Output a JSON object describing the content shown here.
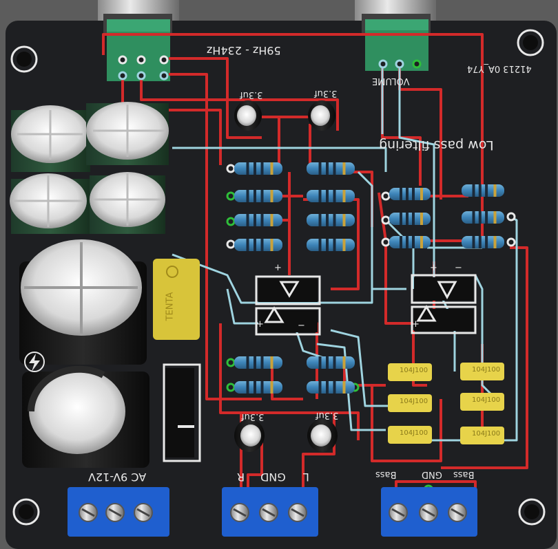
{
  "labels": {
    "freq_range": "59Hz - 234Hz",
    "board_code": "41213 0A_Y74",
    "volume": "VOLUME",
    "low_pass": "Low pass filtering",
    "cap_top_left": "3.3uf",
    "cap_top_right": "3.3uf",
    "cap_bottom_left": "3.3uf",
    "cap_bottom_right": "3.3uf",
    "ac_input": "AC 9V-12V",
    "in_r": "R",
    "in_gnd": "GND",
    "in_l": "L",
    "out_bass_left": "Bass",
    "out_gnd": "GND",
    "out_bass_right": "Bass",
    "filter_cap_1": "104J100",
    "filter_cap_2": "104J100",
    "filter_cap_3": "104J100",
    "filter_cap_4": "104J100",
    "filter_cap_5": "104J100",
    "filter_cap_6": "104J100",
    "film_cap_brand": "TENTA",
    "minus_mark": "−",
    "plus_mark": "+"
  },
  "colors": {
    "board": "#1e1f22",
    "trace_red": "#d32a2a",
    "trace_blue": "#9fd4e0",
    "pad_green": "#2fbf3a",
    "silkscreen": "#e8e8e8",
    "terminal_blue": "#1f5fcf",
    "film_cap_yellow": "#d8c43a",
    "potentiometer_green": "#2f8f5f",
    "electrolytic_black": "#141414"
  }
}
